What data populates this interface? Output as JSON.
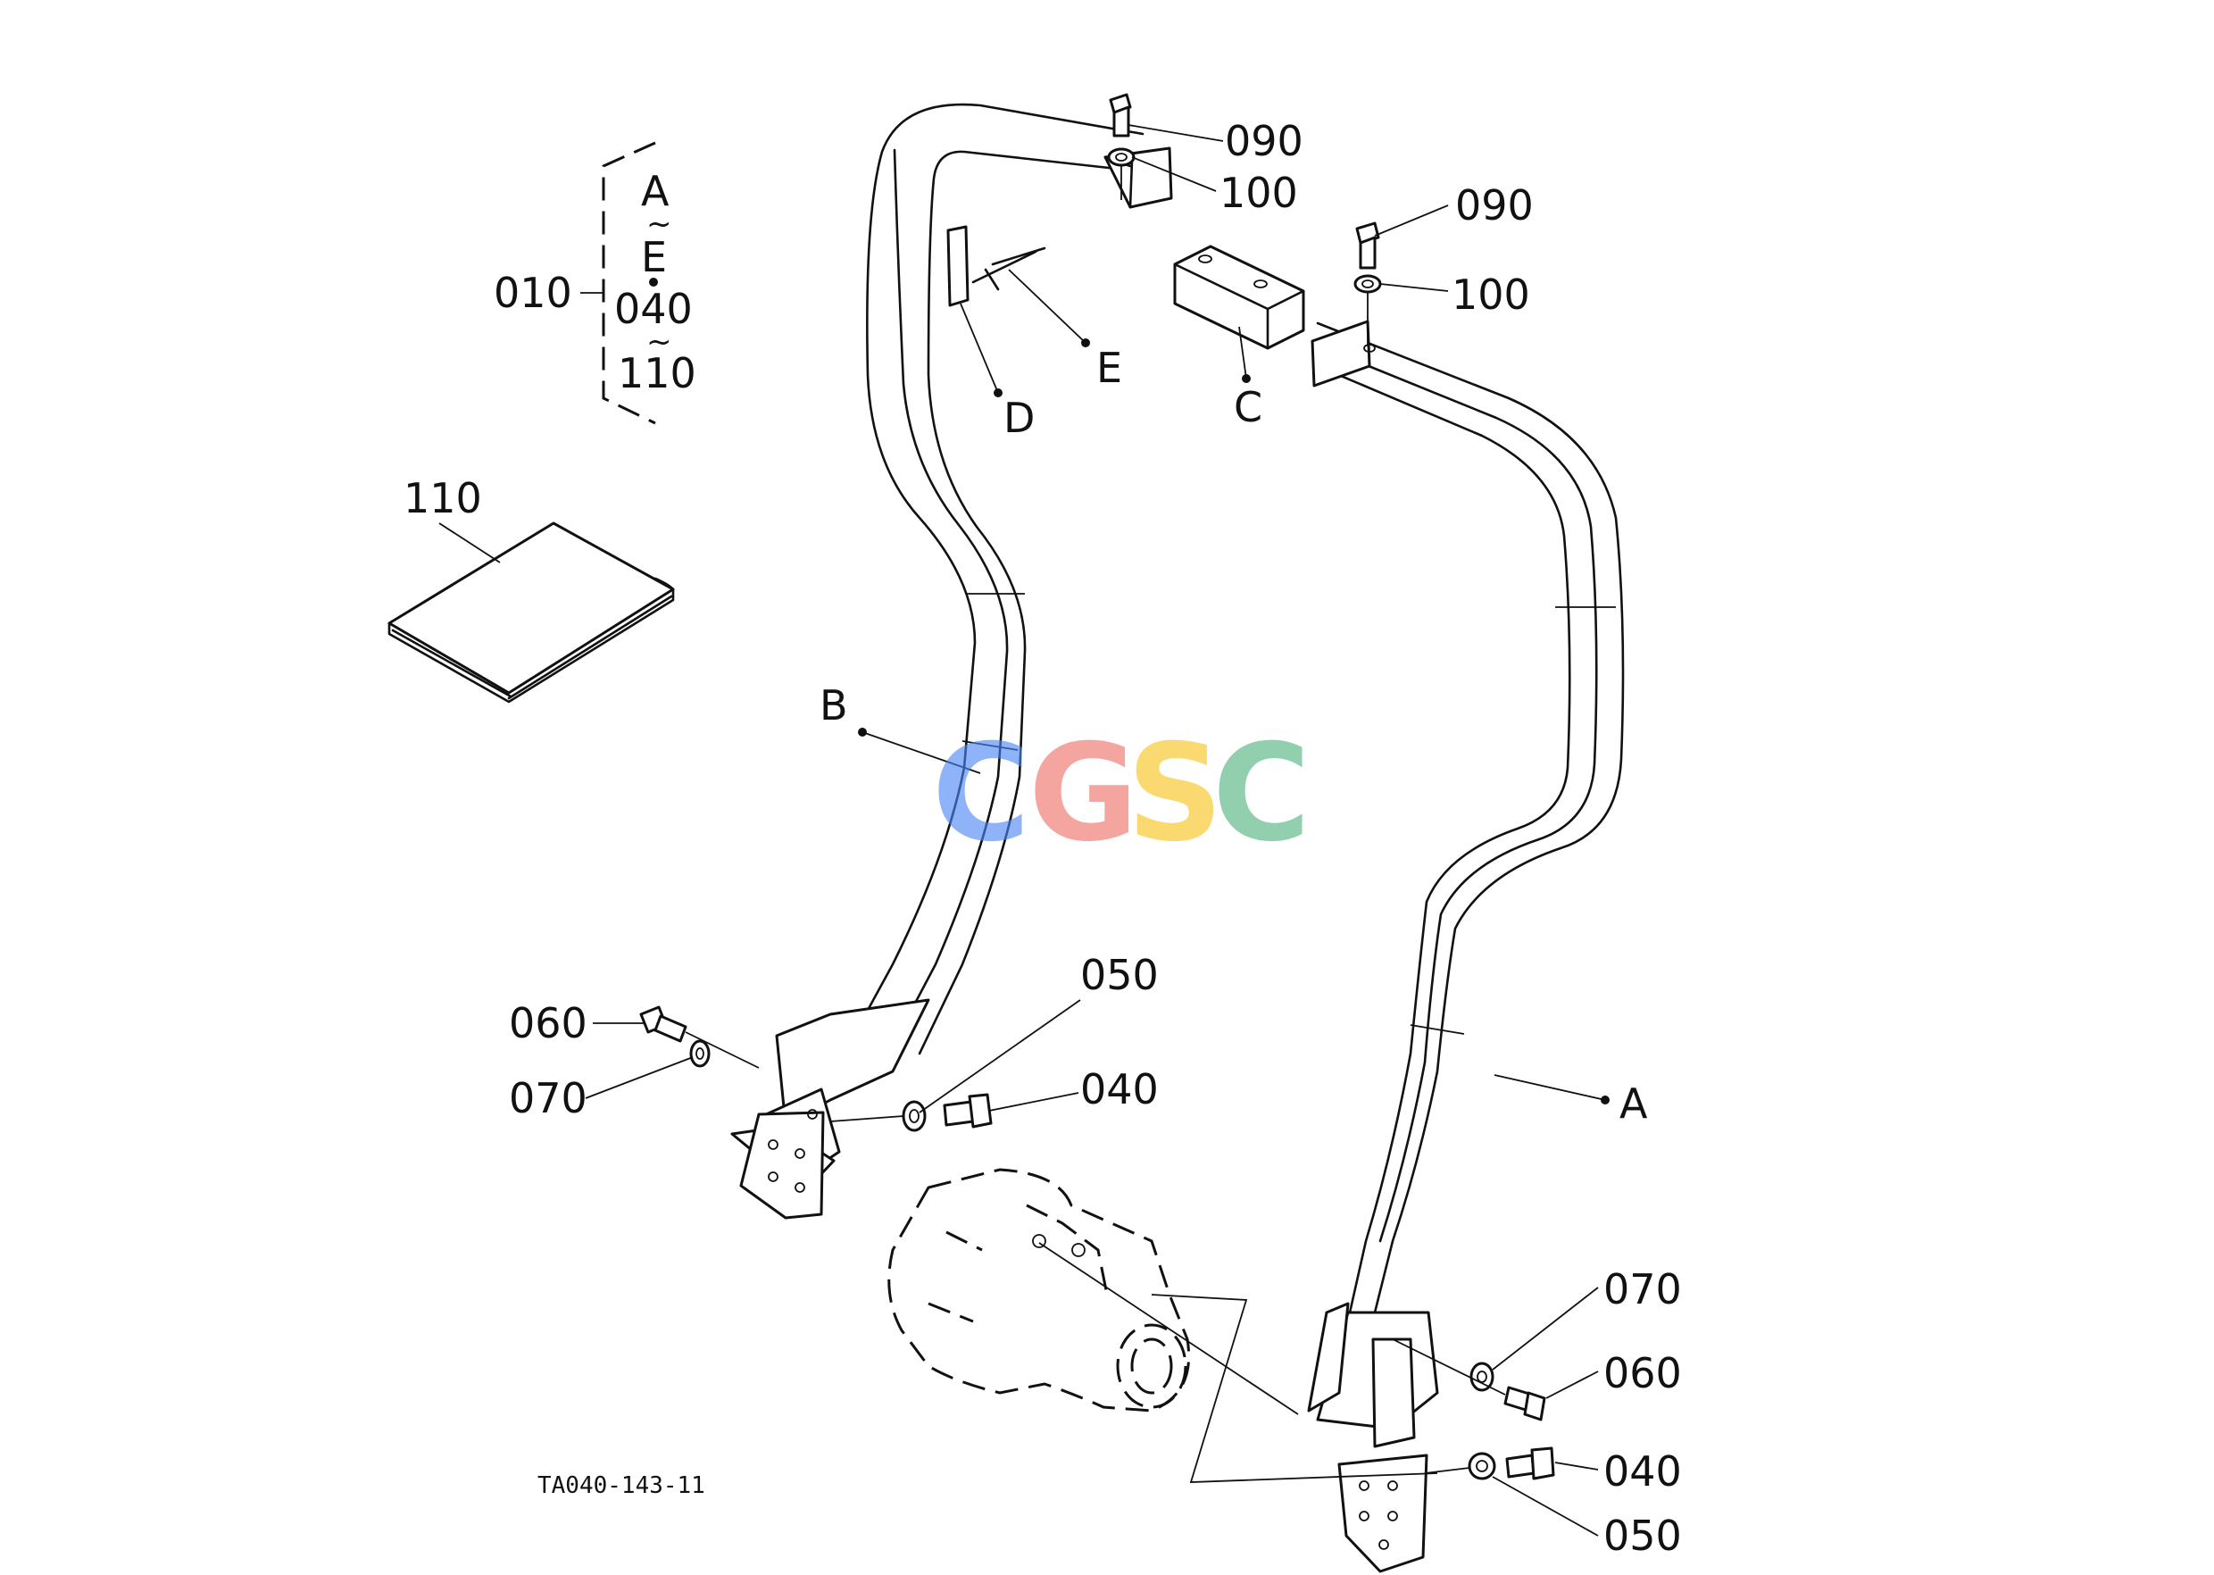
{
  "diagram": {
    "drawing_code": "TA040-143-11",
    "range_bracket": {
      "label": "010",
      "letters_from": "A",
      "letters_to": "E",
      "parts_from": "040",
      "parts_to": "110",
      "tilde": "~"
    },
    "callouts": {
      "bolt_top_left": "090",
      "washer_top_left": "100",
      "bolt_top_right": "090",
      "washer_top_right": "100",
      "manual": "110",
      "frame_b": "B",
      "frame_a": "A",
      "joint_c": "C",
      "plate_d": "D",
      "pin_e": "E",
      "bolt_left_060": "060",
      "washer_left_070": "070",
      "washer_left_050": "050",
      "bolt_left_040": "040",
      "washer_right_070": "070",
      "bolt_right_060": "060",
      "bolt_right_040": "040",
      "washer_right_050": "050"
    },
    "watermark": {
      "letters": [
        "C",
        "G",
        "S",
        "C"
      ],
      "colors": [
        "#4a86f5",
        "#ee6f66",
        "#f7c21b",
        "#4fb27d"
      ]
    }
  }
}
